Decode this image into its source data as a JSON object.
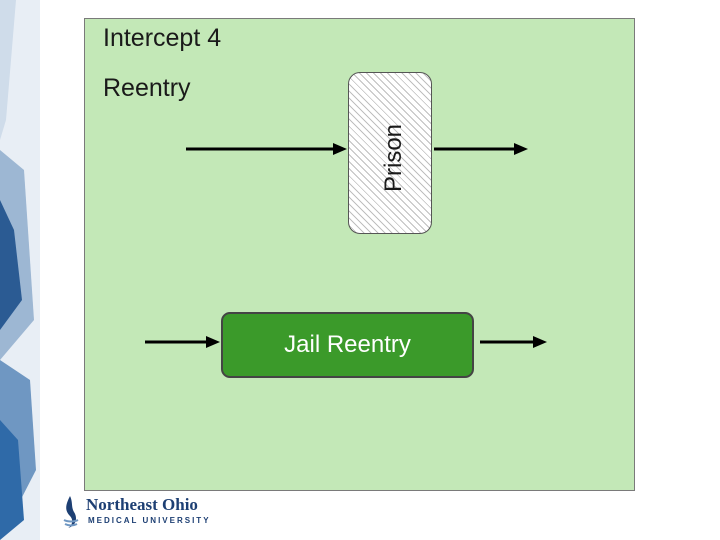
{
  "diagram": {
    "title": "Intercept 4",
    "subtitle": "Reentry",
    "prison_label": "Prison",
    "jail_label": "Jail Reentry"
  },
  "logo": {
    "name": "Northeast Ohio",
    "subtitle": "MEDICAL UNIVERSITY"
  },
  "colors": {
    "panel": "#c3e8b7",
    "jail_box": "#3b9a2a",
    "arrow": "#000000",
    "logo_blue": "#1d3f73"
  }
}
